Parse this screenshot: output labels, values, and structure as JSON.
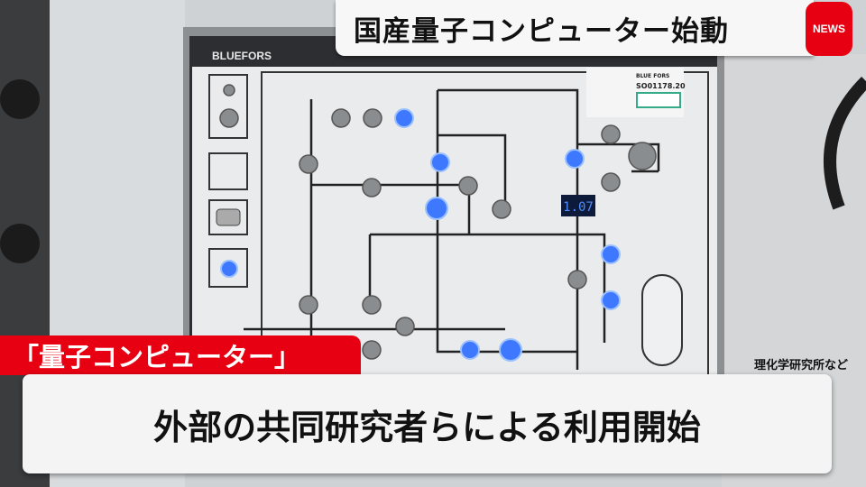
{
  "headline": {
    "title": "国産量子コンピューター始動",
    "badge": "NEWS"
  },
  "lower_third": {
    "label": "「量子コンピューター」",
    "caption": "外部の共同研究者らによる利用開始",
    "source": "理化学研究所など"
  },
  "panel": {
    "brand": "BLUEFORS",
    "sticker_brand": "BLUE FORS",
    "serial": "SO01178.20",
    "display_value": "1.07"
  },
  "colors": {
    "news_red": "#e60012",
    "led_blue": "#2f6cff"
  }
}
